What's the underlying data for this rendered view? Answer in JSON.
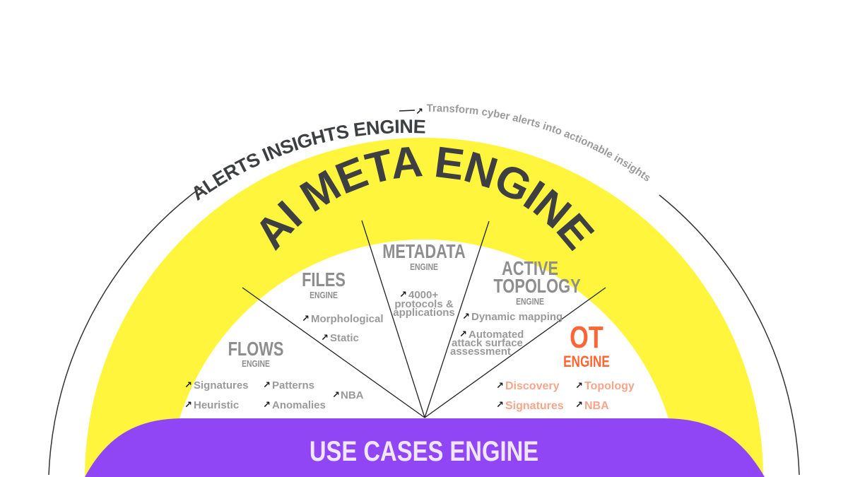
{
  "colors": {
    "yellow": "#fff53d",
    "purple": "#9146f5",
    "dark_text": "#3d3f42",
    "gray_text": "#8e8e8e",
    "orange": "#ff6633",
    "light_orange": "#f7a58b",
    "use_cases_text": "#f1e6ff"
  },
  "alerts_engine": {
    "title": "ALERTS INSIGHTS ENGINE",
    "description": "Transform cyber alerts into actionable insights",
    "arrow_icon": "arrow-up-right-icon"
  },
  "ai_meta_engine": {
    "title": "AI META ENGINE"
  },
  "engines": {
    "flows": {
      "title": "FLOWS",
      "subtitle": "ENGINE",
      "items": [
        "Signatures",
        "Heuristic",
        "Patterns",
        "Anomalies",
        "NBA"
      ]
    },
    "files": {
      "title": "FILES",
      "subtitle": "ENGINE",
      "items": [
        "Morphological",
        "Static"
      ]
    },
    "metadata": {
      "title": "METADATA",
      "subtitle": "ENGINE",
      "items_lines": [
        "4000+",
        "protocols &",
        "applications"
      ]
    },
    "active_topology": {
      "title_lines": [
        "ACTIVE",
        "TOPOLOGY"
      ],
      "subtitle": "ENGINE",
      "item1": "Dynamic mapping",
      "item2_lines": [
        "Automated",
        "attack surface",
        "assessment"
      ]
    },
    "ot": {
      "title": "OT",
      "subtitle": "ENGINE",
      "items": [
        "Discovery",
        "Signatures",
        "Topology",
        "NBA"
      ]
    }
  },
  "use_cases_engine": {
    "title": "USE CASES ENGINE"
  },
  "arrow_glyph": "↗"
}
